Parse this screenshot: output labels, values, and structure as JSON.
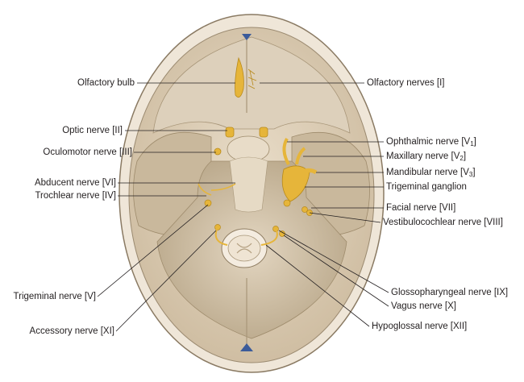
{
  "labels_left": [
    {
      "id": "olfactory-bulb",
      "text": "Olfactory bulb"
    },
    {
      "id": "optic-nerve",
      "text": "Optic nerve [II]"
    },
    {
      "id": "oculomotor-nerve",
      "text": "Oculomotor nerve [III]"
    },
    {
      "id": "abducent-nerve",
      "text": "Abducent nerve [VI]"
    },
    {
      "id": "trochlear-nerve",
      "text": "Trochlear nerve [IV]"
    },
    {
      "id": "trigeminal-nerve",
      "text": "Trigeminal nerve [V]"
    },
    {
      "id": "accessory-nerve",
      "text": "Accessory nerve [XI]"
    }
  ],
  "labels_right": [
    {
      "id": "olfactory-nerves",
      "text": "Olfactory nerves [I]"
    },
    {
      "id": "ophthalmic-nerve",
      "text": "Ophthalmic nerve [V",
      "sub": "1",
      "tail": "]"
    },
    {
      "id": "maxillary-nerve",
      "text": "Maxillary nerve [V",
      "sub": "2",
      "tail": "]"
    },
    {
      "id": "mandibular-nerve",
      "text": "Mandibular nerve [V",
      "sub": "3",
      "tail": "]"
    },
    {
      "id": "trigeminal-ganglion",
      "text": "Trigeminal ganglion"
    },
    {
      "id": "facial-nerve",
      "text": "Facial nerve [VII]"
    },
    {
      "id": "vestibulocochlear-nerve",
      "text": "Vestibulocochlear nerve [VIII]"
    },
    {
      "id": "glossopharyngeal-nerve",
      "text": "Glossopharyngeal nerve [IX]"
    },
    {
      "id": "vagus-nerve",
      "text": "Vagus nerve [X]"
    },
    {
      "id": "hypoglossal-nerve",
      "text": "Hypoglossal nerve [XII]"
    }
  ],
  "colors": {
    "skull_outer": "#e7dccd",
    "skull_bone": "#d7c9b4",
    "fossa_shade": "#b9a98f",
    "nerve": "#e6b53a",
    "nerve_dark": "#b88a1c",
    "leader_line": "#231f20"
  }
}
